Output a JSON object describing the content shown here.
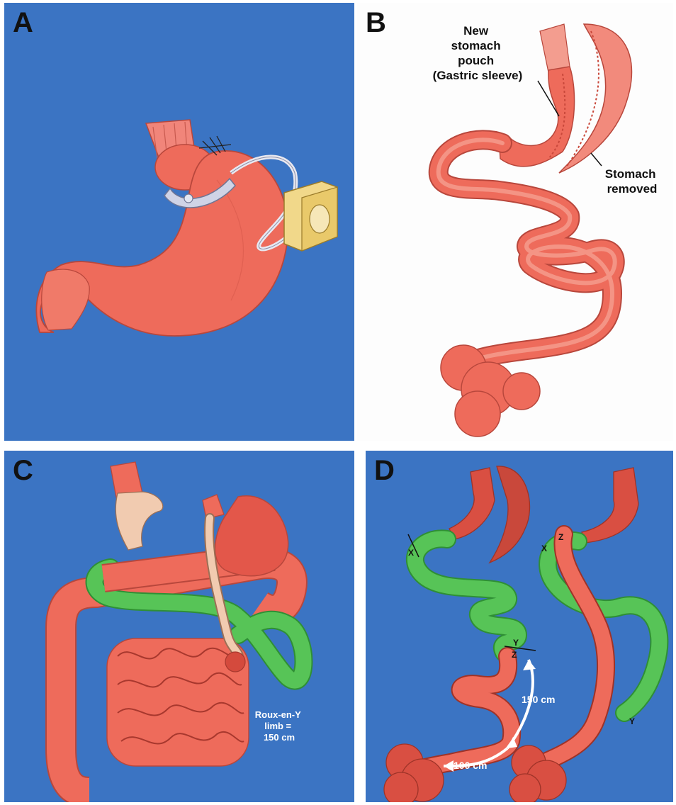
{
  "panels": {
    "a": {
      "letter": "A"
    },
    "b": {
      "letter": "B",
      "label_pouch": [
        "New",
        "stomach",
        "pouch",
        "(Gastric sleeve)"
      ],
      "label_removed": [
        "Stomach",
        "removed"
      ]
    },
    "c": {
      "letter": "C",
      "label_limb": [
        "Roux-en-Y",
        "limb =",
        "150 cm"
      ]
    },
    "d": {
      "letter": "D",
      "point_x": "X",
      "point_y": "Y",
      "point_z": "Z",
      "measure_150": "150 cm",
      "measure_100": "100 cm"
    }
  },
  "colors": {
    "panel_blue": "#3b74c3",
    "panel_white": "#fdfdfd",
    "tissue": "#ee6b5b",
    "tissue_light": "#f4937f",
    "tissue_dark": "#c9483b",
    "limb_green": "#57c457",
    "limb_green_dark": "#2f8f35",
    "band": "#cfd3e6",
    "port": "#e9c96a"
  }
}
